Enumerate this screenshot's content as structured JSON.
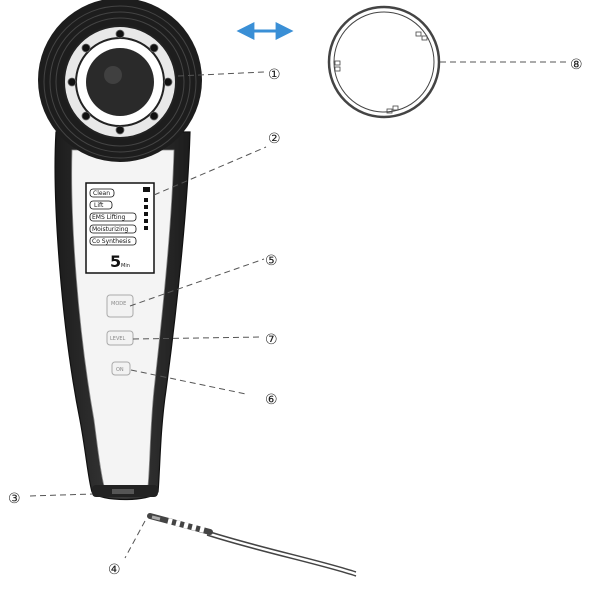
{
  "callouts": [
    {
      "id": "1",
      "label": "①"
    },
    {
      "id": "2",
      "label": "②"
    },
    {
      "id": "3",
      "label": "③"
    },
    {
      "id": "4",
      "label": "④"
    },
    {
      "id": "5",
      "label": "⑤"
    },
    {
      "id": "6",
      "label": "⑥"
    },
    {
      "id": "7",
      "label": "⑦"
    },
    {
      "id": "8",
      "label": "⑧"
    }
  ],
  "screen": {
    "modes": [
      "Clean",
      "Lift",
      "EMS Lifting",
      "Moisturizing",
      "Co Synthesis"
    ],
    "timer_value": "5",
    "timer_unit": "Min"
  },
  "buttons": {
    "mode": "MODE",
    "level": "LEVEL",
    "power": "ON"
  },
  "colors": {
    "line": "#555555",
    "body": "#2a2a2a",
    "arrow": "#3a8fd6"
  },
  "icons": {
    "arrow": "double-headed-arrow-icon"
  }
}
